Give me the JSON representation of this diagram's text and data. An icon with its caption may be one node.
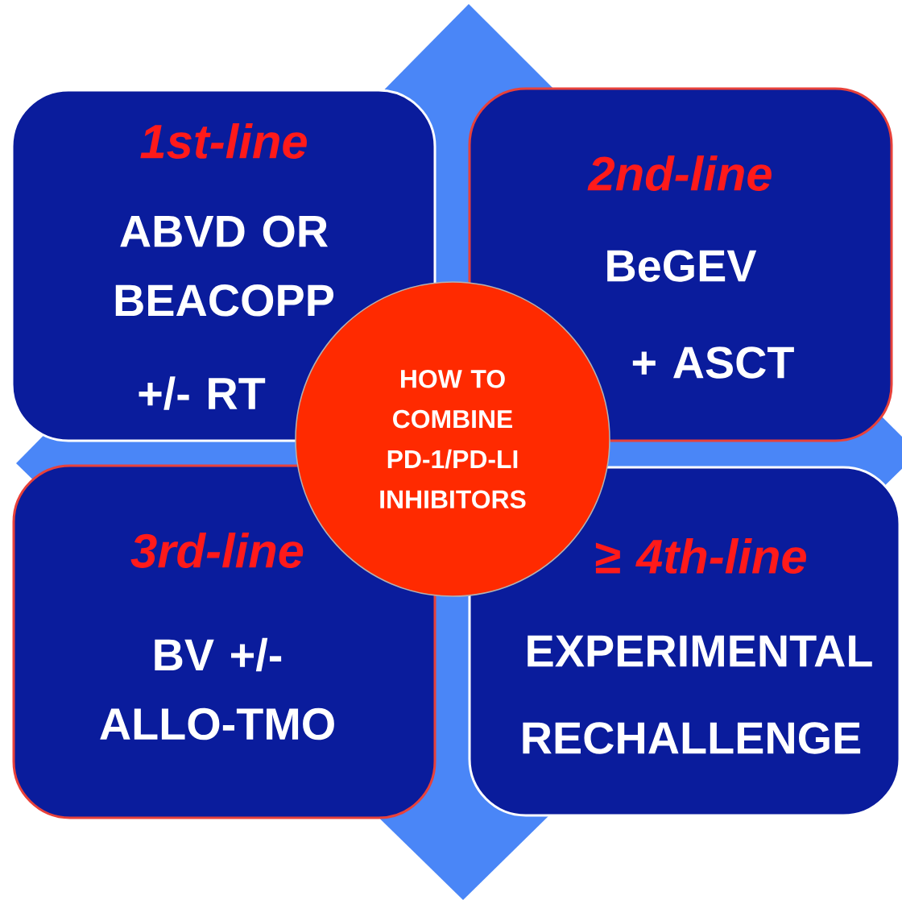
{
  "diagram": {
    "nodes": [
      {
        "text": [
          "1st-line",
          "ABVD OR BEACOPP",
          "+/- RT"
        ]
      },
      {
        "text": [
          "2nd-line",
          "BeGEV",
          "+ ASCT"
        ]
      },
      {
        "text": [
          "3rd-line",
          "BV +/- ALLO-TMO"
        ]
      },
      {
        "text": [
          "≥ 4th-line",
          "EXPERIMENTAL",
          "RECHALLENGE"
        ]
      },
      {
        "text": [
          "HOW TO COMBINE PD-1/PD-LI INHIBITORS"
        ]
      }
    ]
  }
}
